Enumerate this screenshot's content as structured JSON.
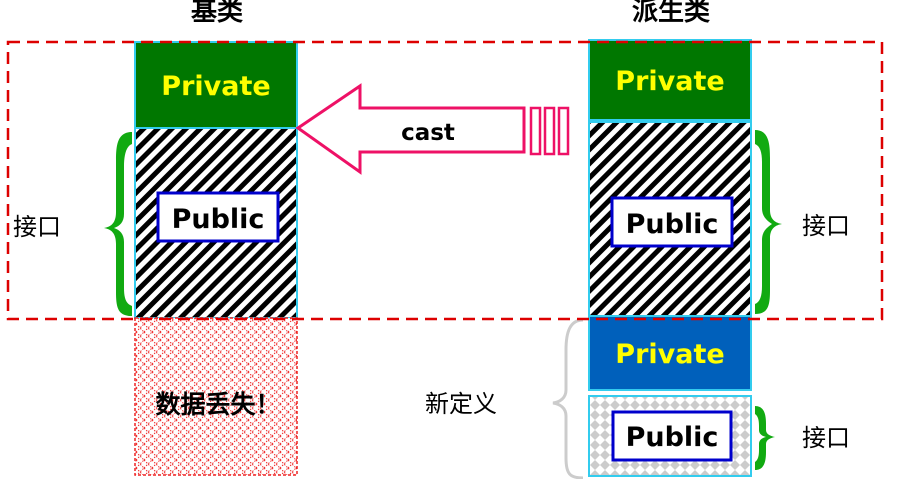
{
  "base": {
    "title": "基类",
    "private_label": "Private",
    "public_label": "Public",
    "interface_label": "接口",
    "lost_label": "数据丢失！"
  },
  "derived": {
    "title": "派生类",
    "private_label": "Private",
    "public_label": "Public",
    "interface_label": "接口",
    "new_private_label": "Private",
    "new_public_label": "Public",
    "new_interface_label": "接口",
    "new_def_label": "新定义"
  },
  "arrow": {
    "label": "cast"
  },
  "colors": {
    "private_green": "#007700",
    "private_blue": "#0060BB",
    "private_text": "#FFFF00",
    "public_border": "#0000CC",
    "cyan_border": "#33CCEE",
    "red_dash": "#DD0000",
    "arrow_pink": "#EE1166",
    "brace_green": "#11AA11",
    "brace_gray": "#CCCCCC"
  }
}
